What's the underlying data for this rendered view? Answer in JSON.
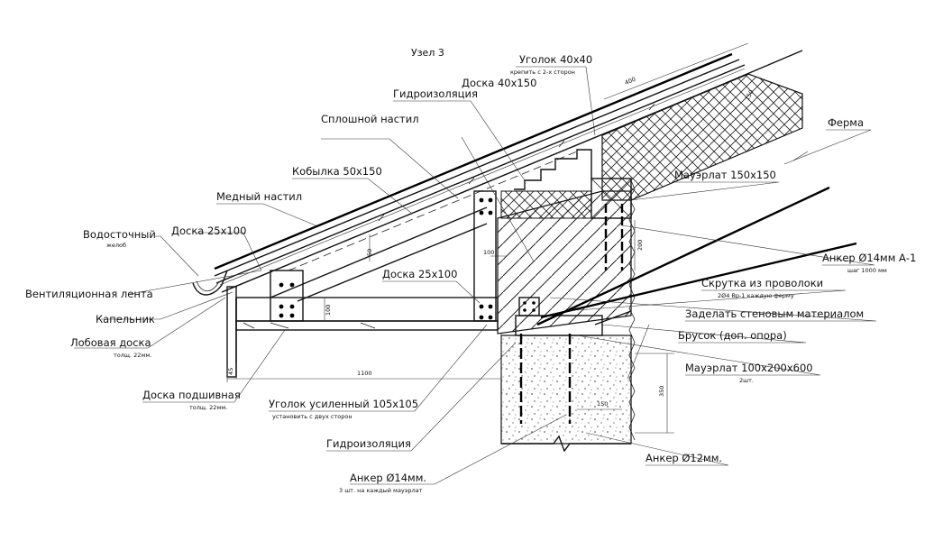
{
  "title": "Узел 3",
  "labels": {
    "ugolok40": "Уголок 40х40",
    "ugolok40_sub": "крепить с 2-х сторон",
    "doska40": "Доска 40х150",
    "gidro_top": "Гидроизоляция",
    "nastil": "Сплошной настил",
    "kobylka": "Кобылка 50х150",
    "mednyi": "Медный настил",
    "vodostoch": "Водосточный",
    "vodostoch_sub": "желоб",
    "doska25_left": "Доска 25х100",
    "vent": "Вентиляционная лента",
    "kapelnik": "Капельник",
    "lobovaya": "Лобовая доска",
    "lobovaya_sub": "толщ. 22мм.",
    "doska25_mid": "Доска 25х100",
    "podshiv": "Доска подшивная",
    "podshiv_sub": "толщ. 22мм.",
    "ugolok105": "Уголок усиленный 105х105",
    "ugolok105_sub": "установить с двух сторон",
    "gidro_bottom": "Гидроизоляция",
    "anker14b": "Анкер Ø14мм.",
    "anker14b_sub": "3 шт. на каждый мауэрлат",
    "anker12": "Анкер Ø12мм.",
    "ferma": "Ферма",
    "mauer150": "Мауэрлат 150х150",
    "anker14a": "Анкер Ø14мм А-1",
    "anker14a_sub": "шаг 1000 мм",
    "skrutka": "Скрутка из проволоки",
    "skrutka_sub": "2Ø4 Вр-1 каждую ферму",
    "zadelat": "Заделать стеновым материалом",
    "brusok": "Брусок (доп. опора)",
    "mauer100": "Мауэрлат 100х200х600",
    "mauer100_sub": "2шт."
  },
  "dimensions": {
    "d400": "400",
    "d150v": "150",
    "d50": "50",
    "d100a": "100",
    "d100b": "100",
    "d200": "200",
    "d1100": "1100",
    "d350": "350",
    "d150h": "150",
    "d45": "45"
  }
}
